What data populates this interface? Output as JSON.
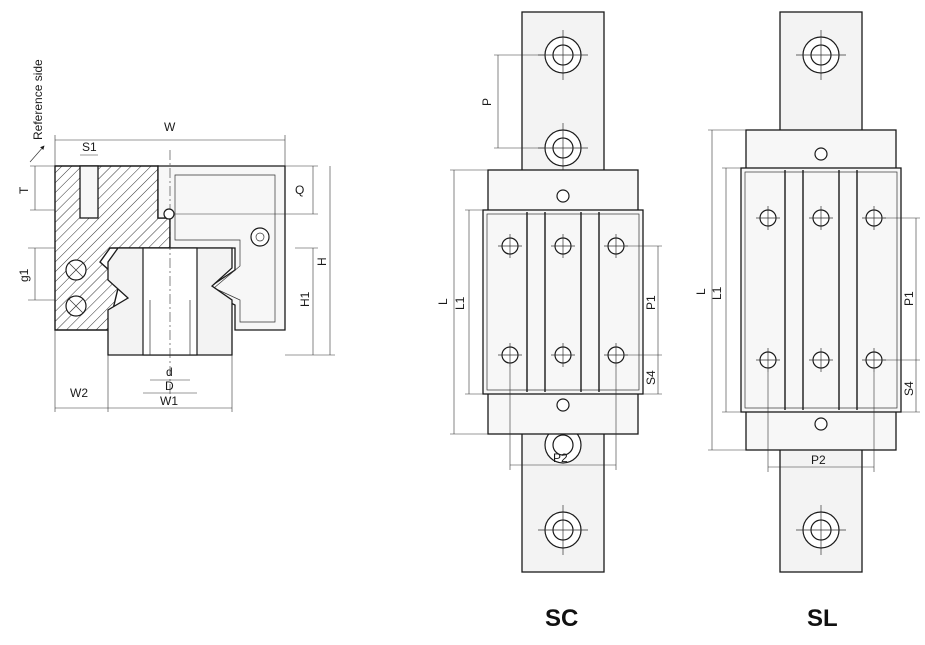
{
  "reference_label": "Reference side",
  "cross_section": {
    "labels": {
      "W": "W",
      "S1": "S1",
      "T": "T",
      "Q": "Q",
      "H": "H",
      "H1": "H1",
      "g1": "g1",
      "d": "d",
      "D": "D",
      "W1": "W1",
      "W2": "W2"
    }
  },
  "sc_view": {
    "title": "SC",
    "labels": {
      "P": "P",
      "L": "L",
      "L1": "L1",
      "P1": "P1",
      "S4": "S4",
      "P2": "P2"
    }
  },
  "sl_view": {
    "title": "SL",
    "labels": {
      "L": "L",
      "L1": "L1",
      "P1": "P1",
      "S4": "S4",
      "P2": "P2"
    }
  },
  "colors": {
    "line": "#1a1a1a",
    "fill": "#f7f7f7"
  }
}
